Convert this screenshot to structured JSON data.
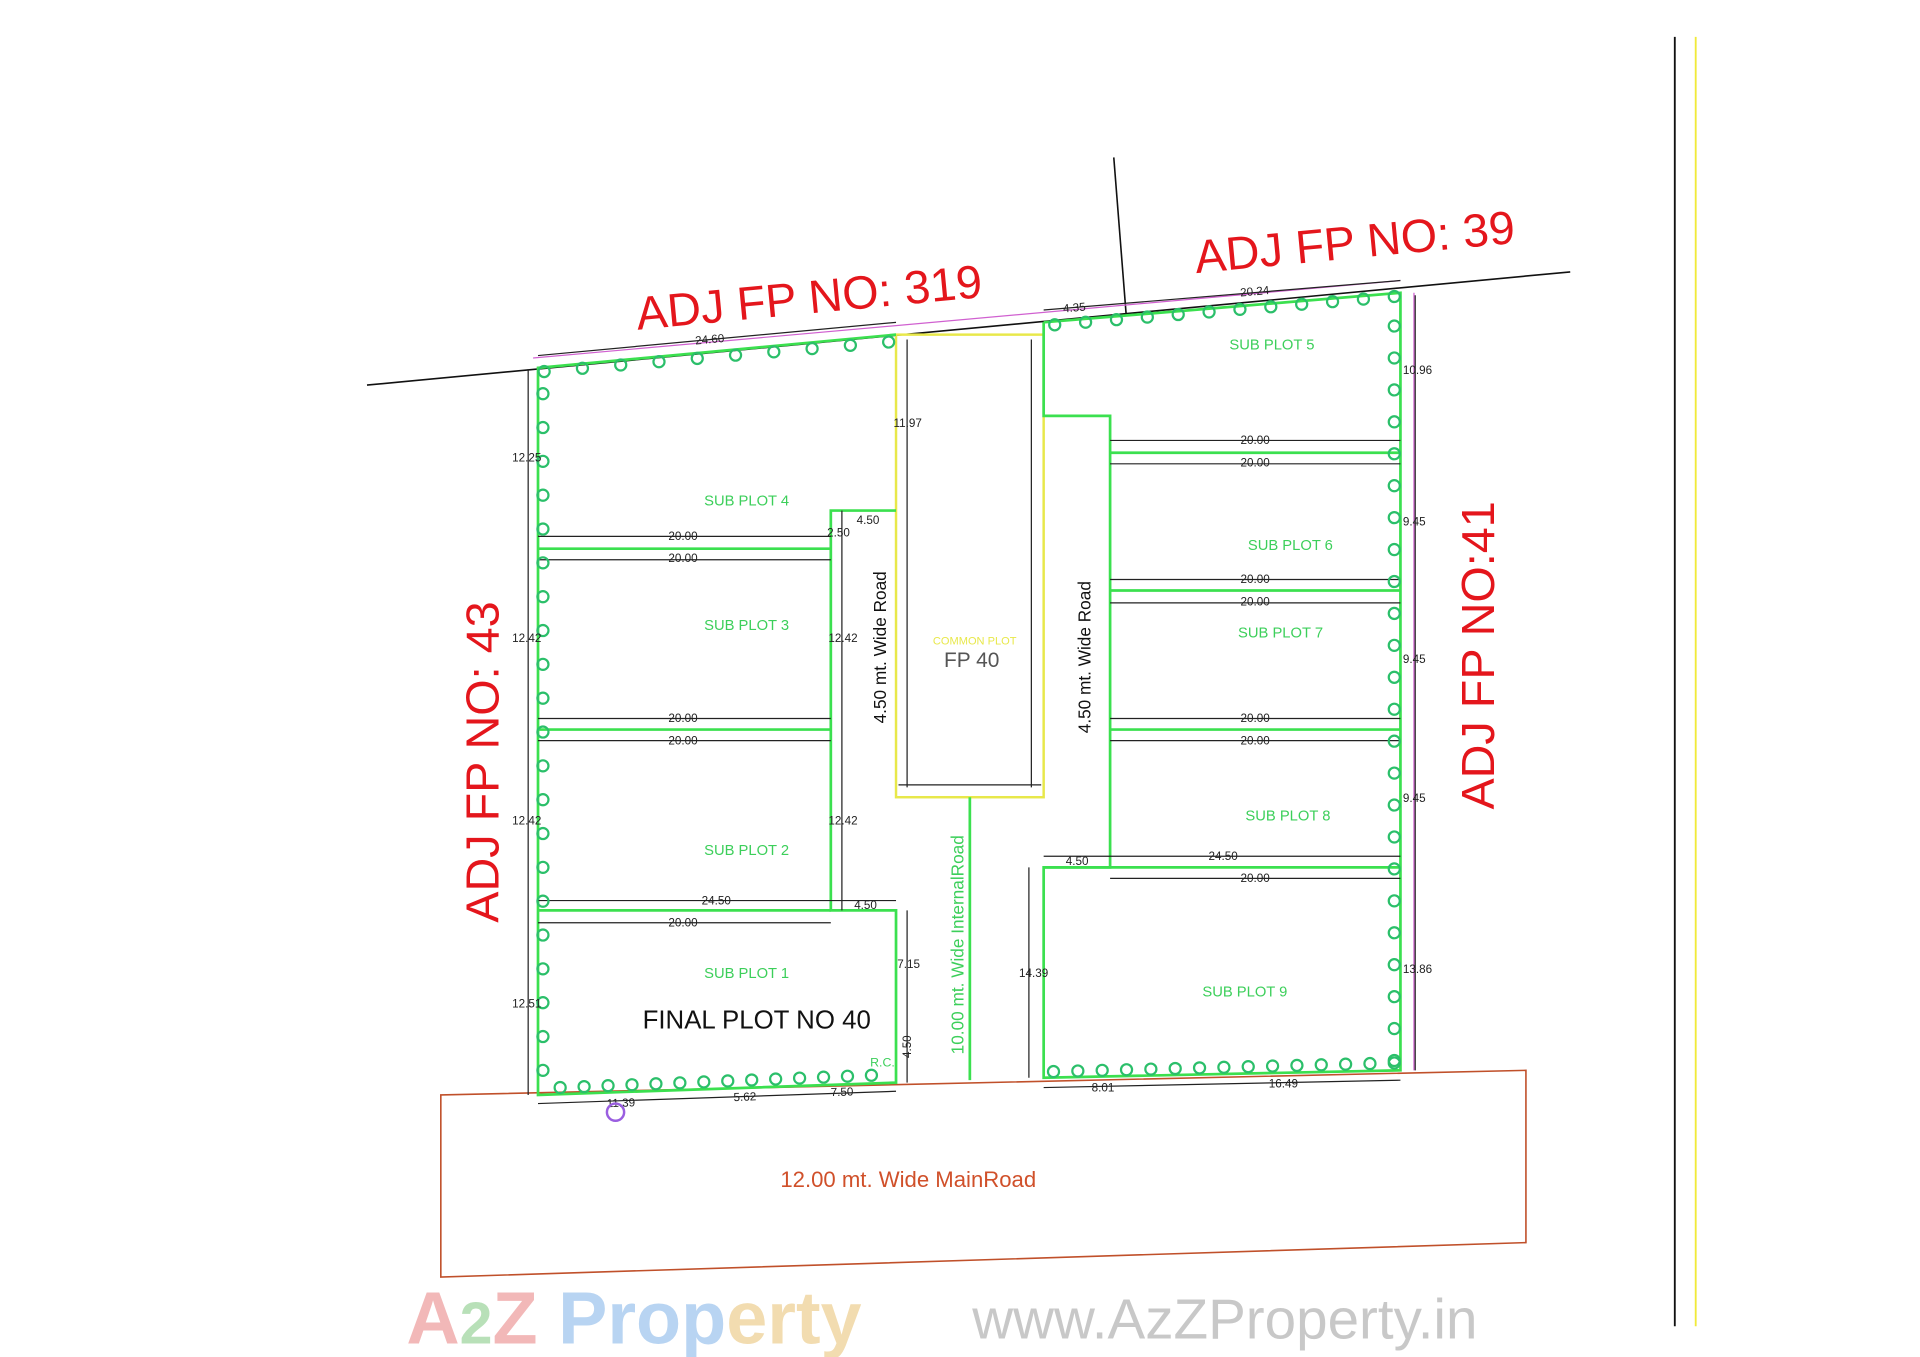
{
  "adjacent": {
    "north_west": "ADJ FP NO: 319",
    "north_east": "ADJ FP NO: 39",
    "west": "ADJ FP NO: 43",
    "east": "ADJ FP NO:41"
  },
  "sub_plots": [
    "SUB PLOT  1",
    "SUB PLOT  2",
    "SUB PLOT  3",
    "SUB PLOT  4",
    "SUB PLOT  5",
    "SUB PLOT  6",
    "SUB PLOT  7",
    "SUB PLOT  8",
    "SUB PLOT  9"
  ],
  "common_plot": {
    "label": "COMMON PLOT",
    "fp": "FP 40"
  },
  "final_plot": "FINAL PLOT NO 40",
  "rc": "R.C.",
  "roads": {
    "left_internal": "4.50 mt. Wide Road",
    "right_internal": "4.50 mt. Wide Road",
    "internal": "10.00 mt. Wide InternalRoad",
    "main": "12.00 mt. Wide MainRoad"
  },
  "dimensions": [
    "24.60",
    "4.35",
    "20.24",
    "12.25",
    "11.97",
    "10.96",
    "20.00",
    "20.00",
    "4.50",
    "2.50",
    "12.42",
    "12.42",
    "20.00",
    "20.00",
    "12.42",
    "12.42",
    "24.50",
    "4.50",
    "20.00",
    "7.15",
    "12.51",
    "4.50",
    "11.39",
    "5.62",
    "7.50",
    "20.00",
    "20.00",
    "9.45",
    "20.00",
    "20.00",
    "9.45",
    "20.00",
    "20.00",
    "9.45",
    "4.50",
    "24.50",
    "20.00",
    "14.39",
    "13.86",
    "8.01",
    "16.49"
  ],
  "watermark": "www.AzZProperty.in",
  "logo": "A2Z Property",
  "colors": {
    "boundary": "#3be04f",
    "adjacent_labels": "#e4161c",
    "main_road": "#c0502a",
    "common_plot": "#e8e84a",
    "tree": "#2bbf6a"
  }
}
